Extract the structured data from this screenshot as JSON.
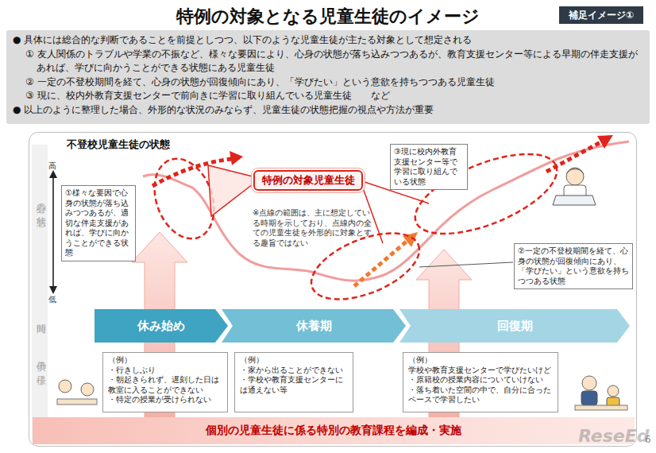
{
  "diagram": {
    "title": "特例の対象となる児童生徒のイメージ",
    "nodes": [
      {
        "text": [
          "補足イメージ①"
        ]
      },
      {
        "text": [
          "● 具体には総合的な判断であることを前提としつつ、以下のような児童生徒が主たる対象として想定される",
          "① 友人関係のトラブルや学業の不振など、様々な要因により、心身の状態が落ち込みつつあるが、教育支援センター等による早期の伴走支援があれば、学びに向かうことができる状態にある児童生徒",
          "② 一定の不登校期間を経て、心身の状態が回復傾向にあり、「学びたい」という意欲を持ちつつある児童生徒",
          "③ 現に、校内外教育支援センターで前向きに学習に取り組んでいる児童生徒　　など",
          "● 以上のように整理した場合、外形的な状況のみならず、児童生徒の状態把握の視点や方法が重要"
        ]
      },
      {
        "text": [
          "不登校児童生徒の状態"
        ]
      },
      {
        "text": [
          "①様々な要因で心身の状態が落ち込みつつあるが、適切な伴走支援があれば、学びに向かうことができる状態"
        ],
        "in": 2
      },
      {
        "text": [
          "特例の対象児童生徒"
        ],
        "in": 2
      },
      {
        "text": [
          "③現に校内外教育支援センター等で学習に取り組んでいる状態"
        ],
        "in": 2
      },
      {
        "text": [
          "②一定の不登校期間を経て、心身の状態が回復傾向にあり、「学びたい」という意欲を持ちつつある状態"
        ],
        "in": 2
      },
      {
        "text": [
          "休み始め"
        ],
        "in": 2
      },
      {
        "text": [
          "休養期"
        ],
        "in": 2
      },
      {
        "text": [
          "回復期"
        ],
        "in": 2
      },
      {
        "text": [
          "（例）",
          "・行きしぶり",
          "・朝起きられず、遅刻した日は教室に入ることができない",
          "・特定の授業が受けられない"
        ],
        "in": 2
      },
      {
        "text": [
          "（例）",
          "・家から出ることができない",
          "・学校や教育支援センターには通えない等"
        ],
        "in": 2
      },
      {
        "text": [
          "（例）",
          "学校や教育支援センターで学びたいけど",
          "・原籍校の授業内容についていけない",
          "・落ち着いた空間の中で、自分に合ったペースで学習したい"
        ],
        "in": 2
      },
      {
        "text": [
          "個別の児童生徒に係る特別の教育課程を編成・実施"
        ],
        "in": 2
      }
    ],
    "labels": [
      "高",
      "低",
      "心身の状態",
      "時間",
      "子供の様子",
      "※点線の範囲は、主に想定している時期を示しており、点線内の全ての児童生徒を外形的に対象とする趣旨ではない",
      "6",
      "ReseEd"
    ]
  }
}
